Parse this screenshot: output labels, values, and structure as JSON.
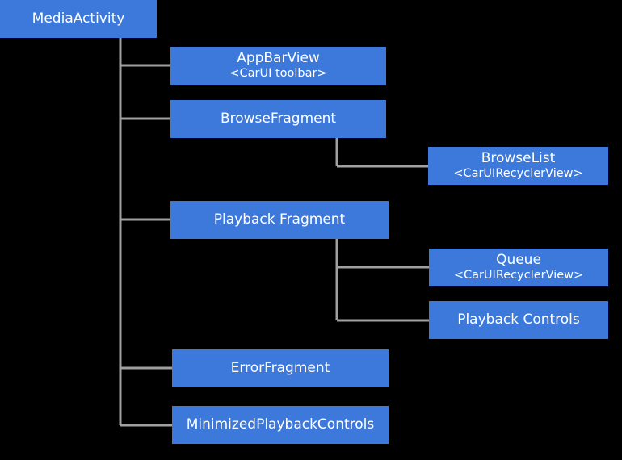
{
  "diagram": {
    "type": "hierarchy-tree",
    "background_color": "#000000",
    "node_color": "#3d79db",
    "node_text_color": "#ffffff",
    "connector_color": "#a0a0a0",
    "nodes": [
      {
        "id": "mediaactivity",
        "title": "MediaActivity",
        "subtitle": ""
      },
      {
        "id": "appbarview",
        "title": "AppBarView",
        "subtitle": "<CarUI toolbar>"
      },
      {
        "id": "browsefragment",
        "title": "BrowseFragment",
        "subtitle": ""
      },
      {
        "id": "browselist",
        "title": "BrowseList",
        "subtitle": "<CarUIRecyclerView>"
      },
      {
        "id": "playbackfragment",
        "title": "Playback Fragment",
        "subtitle": ""
      },
      {
        "id": "queue",
        "title": "Queue",
        "subtitle": "<CarUIRecyclerView>"
      },
      {
        "id": "playbackcontrols",
        "title": "Playback Controls",
        "subtitle": ""
      },
      {
        "id": "errorfragment",
        "title": "ErrorFragment",
        "subtitle": ""
      },
      {
        "id": "minimizedplaybackcontrols",
        "title": "MinimizedPlaybackControls",
        "subtitle": ""
      }
    ],
    "edges": [
      {
        "from": "mediaactivity",
        "to": "appbarview"
      },
      {
        "from": "mediaactivity",
        "to": "browsefragment"
      },
      {
        "from": "mediaactivity",
        "to": "playbackfragment"
      },
      {
        "from": "mediaactivity",
        "to": "errorfragment"
      },
      {
        "from": "mediaactivity",
        "to": "minimizedplaybackcontrols"
      },
      {
        "from": "browsefragment",
        "to": "browselist"
      },
      {
        "from": "playbackfragment",
        "to": "queue"
      },
      {
        "from": "playbackfragment",
        "to": "playbackcontrols"
      }
    ]
  }
}
